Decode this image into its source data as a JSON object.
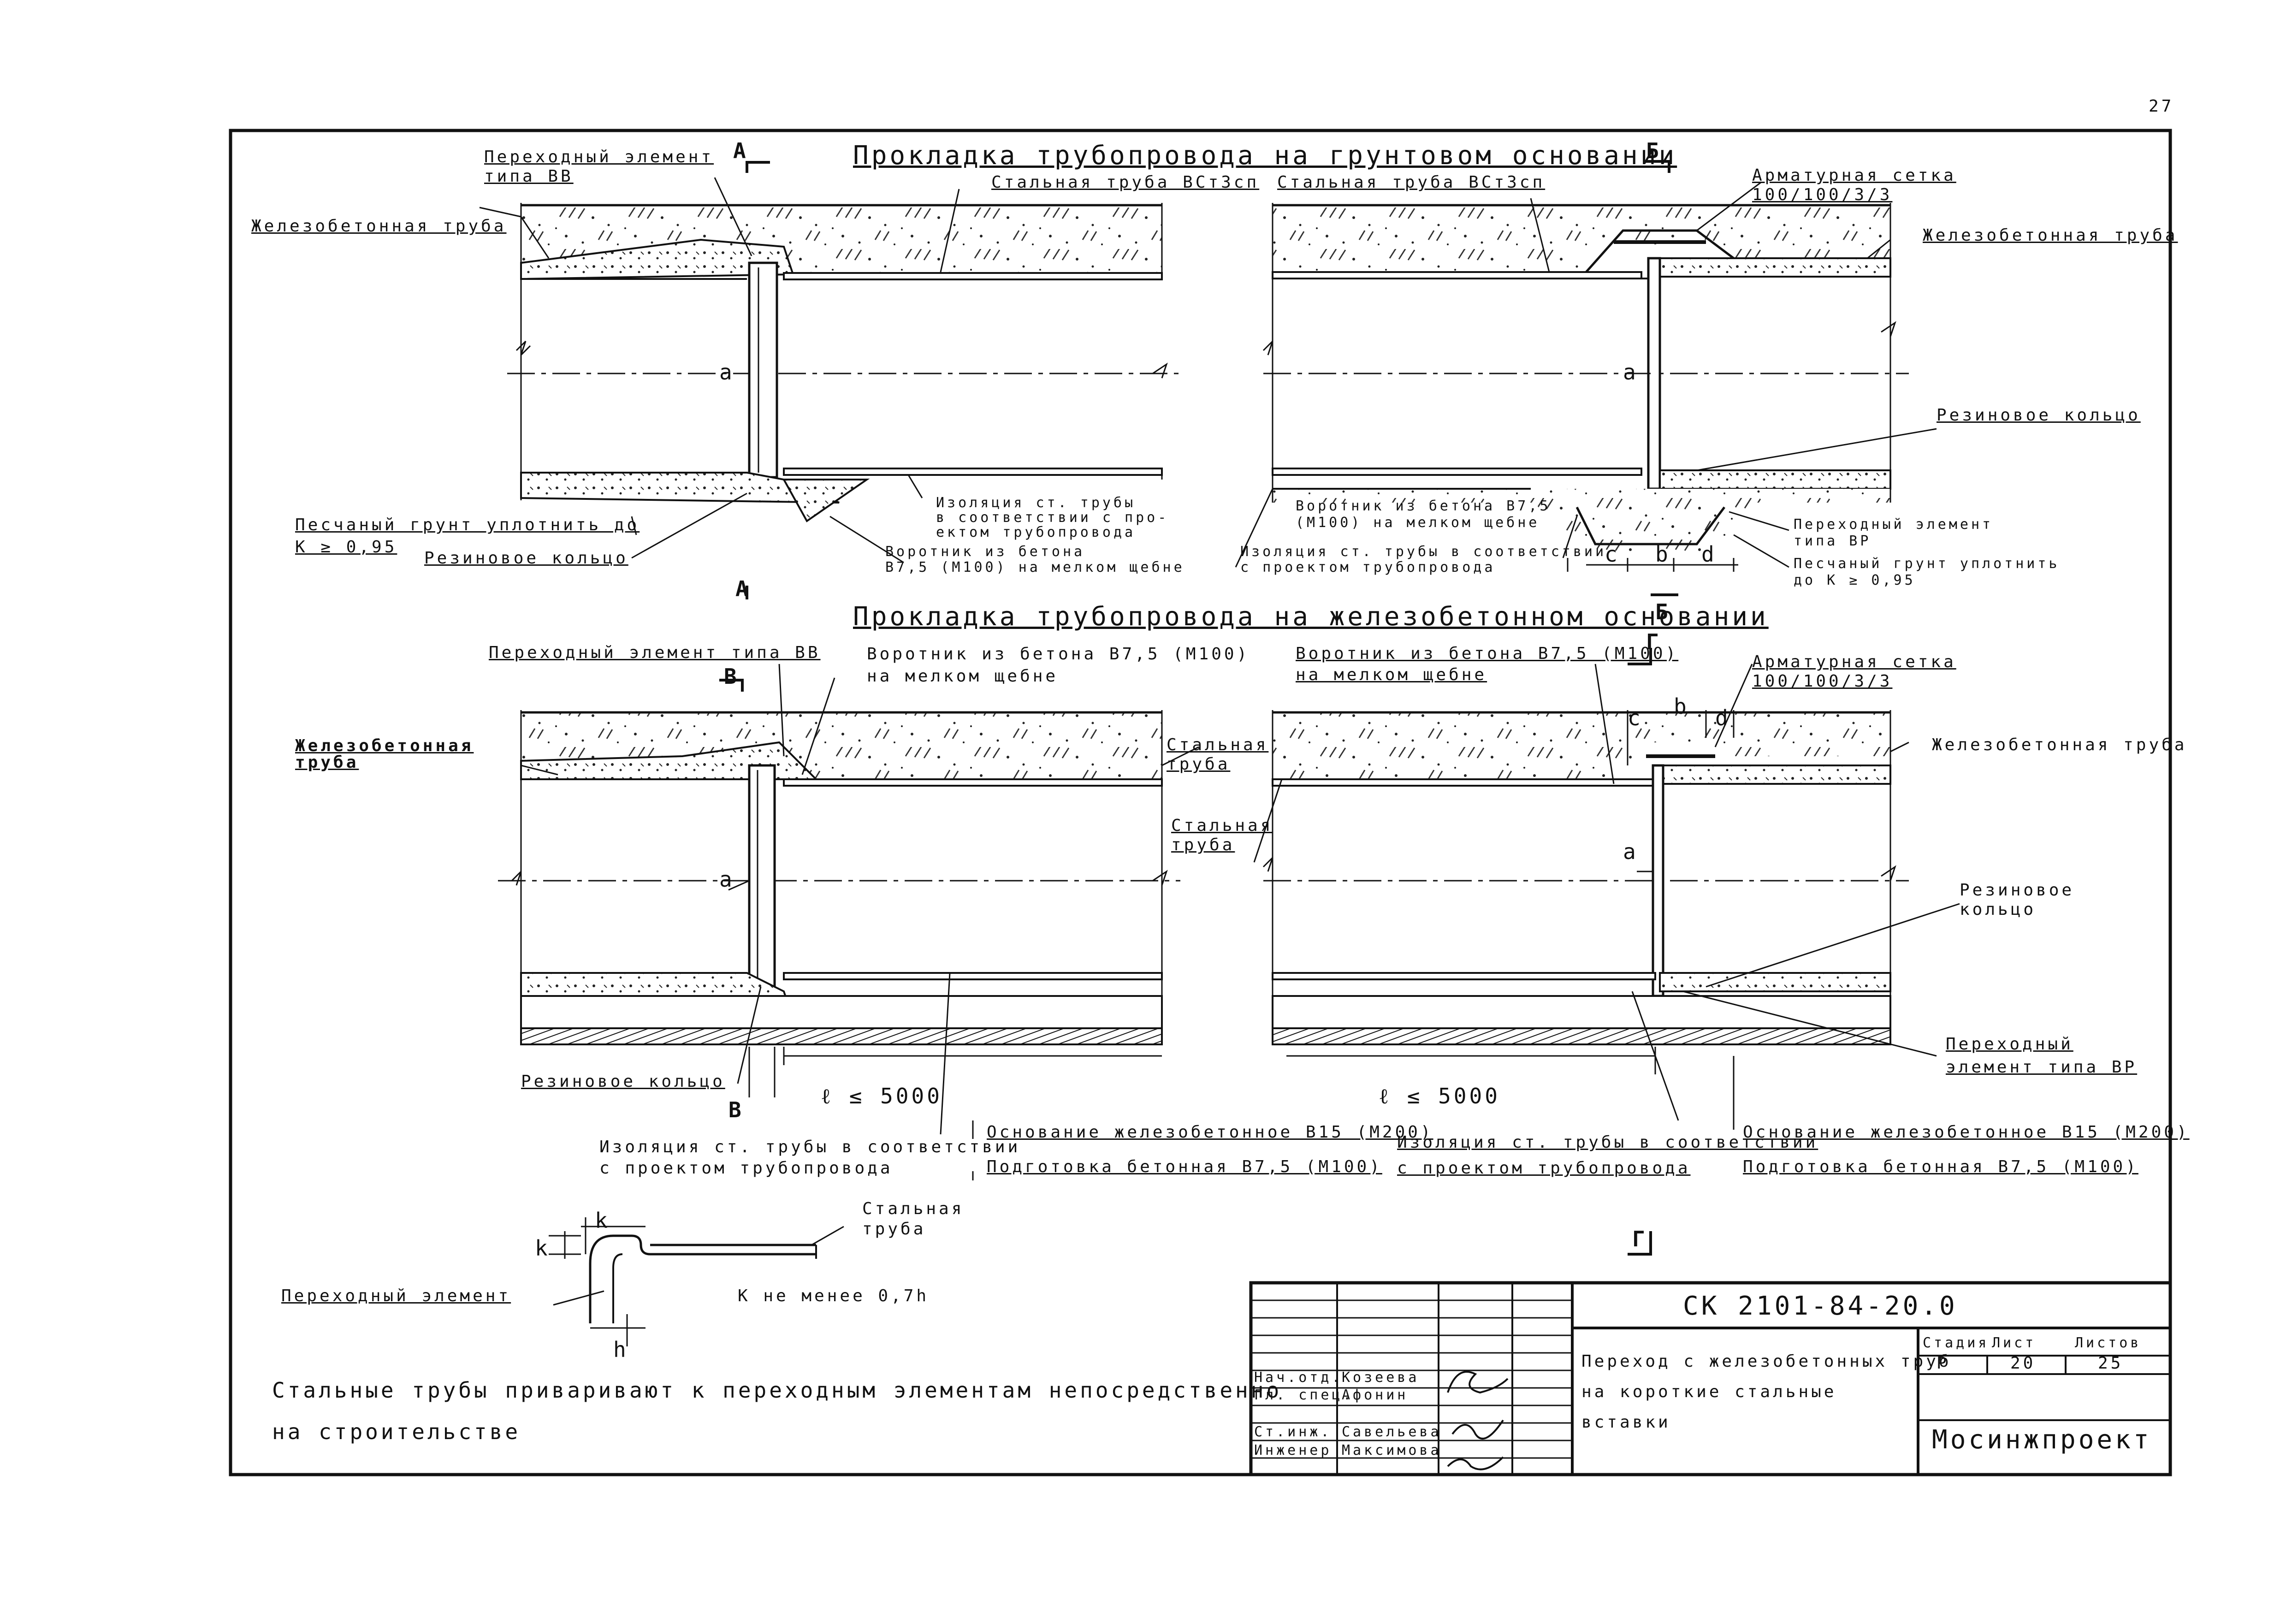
{
  "page_number": "27",
  "titles": {
    "ground": "Прокладка трубопровода на грунтовом основании",
    "concrete": "Прокладка трубопровода на железобетонном основании"
  },
  "section_marks": {
    "a": "А",
    "b": "Б",
    "v": "В",
    "g": "Г"
  },
  "dimension_letters": {
    "a": "a",
    "c": "c",
    "b": "b",
    "d": "d",
    "h": "h",
    "k": "k"
  },
  "top_left": {
    "transition_element": "Переходный элемент\nтипа ВВ",
    "rc_pipe": "Железобетонная труба",
    "steel_pipe": "Стальная труба ВСт3сп",
    "sand": "Песчаный грунт уплотнить до\nК ≥ 0,95",
    "rubber_ring": "Резиновое кольцо",
    "insulation": "Изоляция ст. трубы\nв соответствии с про-\nектом трубопровода",
    "collar": "Воротник из бетона\nВ7,5 (М100) на мелком щебне"
  },
  "top_right": {
    "steel_pipe": "Стальная труба ВСт3сп",
    "mesh": "Арматурная сетка\n100/100/3/3",
    "rc_pipe": "Железобетонная труба",
    "rubber_ring": "Резиновое кольцо",
    "collar": "Воротник из бетона В7,5\n(М100) на мелком щебне",
    "insulation": "Изоляция ст. трубы в соответствии\nс проектом трубопровода",
    "transition_element": "Переходный элемент\nтипа ВР",
    "sand": "Песчаный грунт уплотнить\nдо К ≥ 0,95"
  },
  "bottom_left": {
    "transition_element": "Переходный элемент типа ВВ",
    "collar": "Воротник из бетона В7,5 (М100)\nна мелком щебне",
    "rc_pipe": "Железобетонная\nтруба",
    "steel_pipe": "Стальная\nтруба",
    "rubber_ring": "Резиновое кольцо",
    "length": "ℓ ≤ 5000",
    "base": "Основание железобетонное В15 (М200)",
    "prep": "Подготовка бетонная В7,5 (М100)",
    "insulation": "Изоляция ст. трубы в соответствии\nс проектом трубопровода"
  },
  "bottom_right": {
    "collar": "Воротник из бетона В7,5 (М100)\nна мелком щебне",
    "mesh": "Арматурная сетка\n100/100/3/3",
    "rc_pipe": "Железобетонная труба",
    "steel_pipe": "Стальная\nтруба",
    "rubber_ring": "Резиновое\nкольцо",
    "transition_element": "Переходный\nэлемент типа ВР",
    "length": "ℓ ≤ 5000",
    "insulation": "Изоляция ст. трубы в соответствии\nс проектом трубопровода",
    "base": "Основание железобетонное В15 (М200)",
    "prep": "Подготовка бетонная В7,5 (М100)"
  },
  "detail": {
    "steel_pipe": "Стальная\nтруба",
    "transition_element": "Переходный элемент",
    "rule": "К не менее 0,7h"
  },
  "note": "Стальные трубы приваривают к переходным элементам непосредственно\nна строительстве",
  "title_block": {
    "code": "СК 2101-84-20.0",
    "title": "Переход с железобетонных труб\nна короткие стальные\nвставки",
    "headers": {
      "stage": "Стадия",
      "sheet": "Лист",
      "sheets": "Листов"
    },
    "stage": "Р",
    "sheet": "20",
    "sheets": "25",
    "org": "Мосинжпроект",
    "signatures": [
      {
        "role": "Нач.отд.",
        "name": "Козеева"
      },
      {
        "role": "Гл. спец.",
        "name": "Афонин"
      },
      {
        "role": "Ст.инж.",
        "name": "Савельева"
      },
      {
        "role": "Инженер",
        "name": "Максимова"
      }
    ]
  }
}
